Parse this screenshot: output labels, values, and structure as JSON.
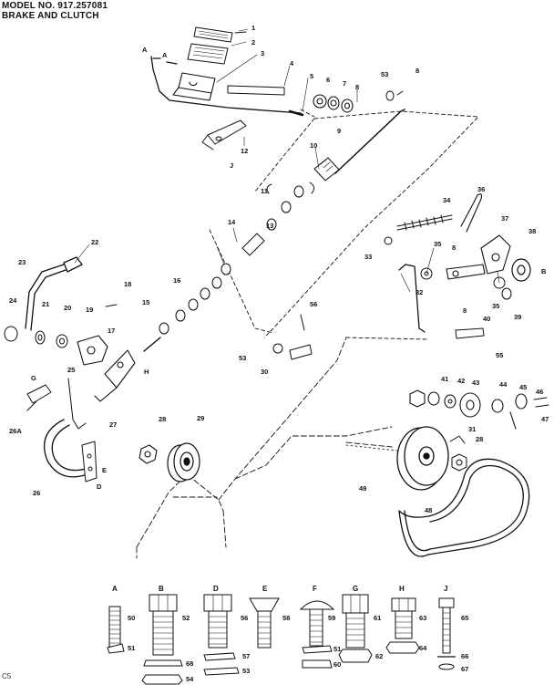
{
  "header": {
    "model": "MODEL NO. 917.257081",
    "subtitle": "BRAKE AND CLUTCH"
  },
  "corner_mark": "C5",
  "callouts": [
    "1",
    "2",
    "3",
    "A",
    "A",
    "4",
    "5",
    "6",
    "7",
    "8",
    "53",
    "8",
    "9",
    "10",
    "11",
    "12",
    "J",
    "13",
    "14",
    "15",
    "16",
    "17",
    "18",
    "19",
    "20",
    "21",
    "22",
    "23",
    "24",
    "25",
    "26",
    "26A",
    "G",
    "27",
    "E",
    "D",
    "28",
    "29",
    "30",
    "53",
    "31",
    "28",
    "32",
    "33",
    "34",
    "35",
    "8",
    "36",
    "37",
    "38",
    "B",
    "35",
    "39",
    "40",
    "8",
    "41",
    "42",
    "43",
    "44",
    "45",
    "46",
    "47",
    "48",
    "49",
    "55",
    "56",
    "H"
  ],
  "hardware_legend": [
    {
      "letter": "A",
      "parts": [
        "50",
        "51"
      ]
    },
    {
      "letter": "B",
      "parts": [
        "52",
        "68",
        "54"
      ]
    },
    {
      "letter": "D",
      "parts": [
        "56",
        "57",
        "53"
      ]
    },
    {
      "letter": "E",
      "parts": [
        "58"
      ]
    },
    {
      "letter": "F",
      "parts": [
        "59",
        "51",
        "60"
      ]
    },
    {
      "letter": "G",
      "parts": [
        "61",
        "62"
      ]
    },
    {
      "letter": "H",
      "parts": [
        "63",
        "64"
      ]
    },
    {
      "letter": "J",
      "parts": [
        "65",
        "66",
        "67"
      ]
    }
  ]
}
